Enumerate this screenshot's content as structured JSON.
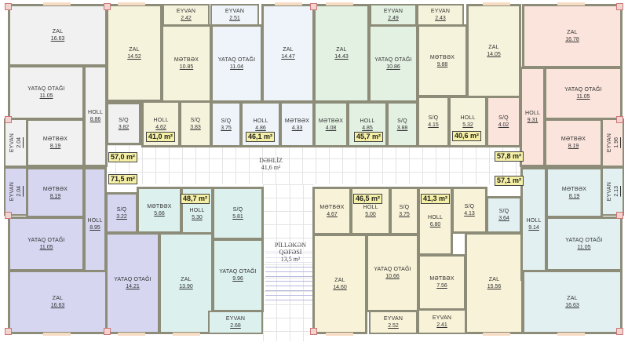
{
  "plan": {
    "corridor": {
      "name": "DƏHLİZ",
      "area": "41,6 m²"
    },
    "stairwell": {
      "name_line1": "PİLLƏKƏN",
      "name_line2": "QƏFƏSİ",
      "area": "13,5 m²"
    },
    "colors": {
      "apt_57_0": "#f1f1f1",
      "apt_41_0": "#f6f3dc",
      "apt_46_1": "#eef4f9",
      "apt_45_7": "#e3f1e2",
      "apt_40_6": "#f6f3dc",
      "apt_57_8": "#fbe4dc",
      "apt_71_5": "#d6d6f1",
      "apt_48_7": "#dcf1ee",
      "apt_46_5": "#f8f2d8",
      "apt_41_3": "#f8f2d8",
      "apt_57_1": "#e2f0f1",
      "wall": "#8c8c78",
      "badge": "#f5f0a6"
    },
    "apartments": [
      {
        "id": "apt1",
        "total": "57,0 m²",
        "rooms": [
          {
            "name": "ZAL",
            "area": "16.63"
          },
          {
            "name": "YATAQ OTAĞI",
            "area": "11.05"
          },
          {
            "name": "HOLL",
            "area": "8.86"
          },
          {
            "name": "S/Q",
            "area": "3.82"
          },
          {
            "name": "MƏTBƏX",
            "area": "8.19"
          },
          {
            "name": "EYVAN",
            "area": "2.04"
          }
        ]
      },
      {
        "id": "apt2",
        "total": "41,0 m²",
        "rooms": [
          {
            "name": "ZAL",
            "area": "14.52"
          },
          {
            "name": "EYVAN",
            "area": "2.42"
          },
          {
            "name": "MƏTBƏX",
            "area": "10.85"
          },
          {
            "name": "HOLL",
            "area": "4.62"
          },
          {
            "name": "S/Q",
            "area": "3.83"
          }
        ]
      },
      {
        "id": "apt3",
        "total": "46,1 m²",
        "rooms": [
          {
            "name": "EYVAN",
            "area": "2.51"
          },
          {
            "name": "YATAQ OTAĞI",
            "area": "11.04"
          },
          {
            "name": "ZAL",
            "area": "14.47"
          },
          {
            "name": "S/Q",
            "area": "3.75"
          },
          {
            "name": "HOLL",
            "area": "4.86"
          },
          {
            "name": "MƏTBƏX",
            "area": "4.33"
          }
        ]
      },
      {
        "id": "apt4",
        "total": "45,7 m²",
        "rooms": [
          {
            "name": "ZAL",
            "area": "14.43"
          },
          {
            "name": "EYVAN",
            "area": "2.49"
          },
          {
            "name": "YATAQ OTAĞI",
            "area": "10.86"
          },
          {
            "name": "MƏTBƏX",
            "area": "4.08"
          },
          {
            "name": "HOLL",
            "area": "4.85"
          },
          {
            "name": "S/Q",
            "area": "3.88"
          }
        ]
      },
      {
        "id": "apt5",
        "total": "40,6 m²",
        "rooms": [
          {
            "name": "EYVAN",
            "area": "2.43"
          },
          {
            "name": "MƏTBƏX",
            "area": "9.88"
          },
          {
            "name": "ZAL",
            "area": "14.05"
          },
          {
            "name": "S/Q",
            "area": "4.15"
          },
          {
            "name": "HOLL",
            "area": "5.32"
          }
        ]
      },
      {
        "id": "apt6",
        "total": "57,8 m²",
        "rooms": [
          {
            "name": "ZAL",
            "area": "16.78"
          },
          {
            "name": "YATAQ OTAĞI",
            "area": "11.05"
          },
          {
            "name": "HOLL",
            "area": "9.31"
          },
          {
            "name": "S/Q",
            "area": "4.02"
          },
          {
            "name": "MƏTBƏX",
            "area": "8.19"
          },
          {
            "name": "EYVAN",
            "area": "1.96"
          }
        ]
      },
      {
        "id": "apt7",
        "total": "71,5 m²",
        "rooms": [
          {
            "name": "EYVAN",
            "area": "2.04"
          },
          {
            "name": "MƏTBƏX",
            "area": "8.19"
          },
          {
            "name": "S/Q",
            "area": "3.22"
          },
          {
            "name": "HOLL",
            "area": "8.95"
          },
          {
            "name": "YATAQ OTAĞI",
            "area": "11.05"
          },
          {
            "name": "ZAL",
            "area": "16.63"
          },
          {
            "name": "YATAQ OTAĞI",
            "area": "14.21"
          }
        ]
      },
      {
        "id": "apt8",
        "total": "48,7 m²",
        "rooms": [
          {
            "name": "MƏTBƏX",
            "area": "5.66"
          },
          {
            "name": "HOLL",
            "area": "5.30"
          },
          {
            "name": "S/Q",
            "area": "5.81"
          },
          {
            "name": "ZAL",
            "area": "13.90"
          },
          {
            "name": "YATAQ OTAĞI",
            "area": "9.96"
          },
          {
            "name": "EYVAN",
            "area": "2.68"
          }
        ]
      },
      {
        "id": "apt9",
        "total": "46,5 m²",
        "rooms": [
          {
            "name": "MƏTBƏX",
            "area": "4.67"
          },
          {
            "name": "HOLL",
            "area": "5.00"
          },
          {
            "name": "S/Q",
            "area": "3.75"
          },
          {
            "name": "ZAL",
            "area": "14.60"
          },
          {
            "name": "YATAQ OTAĞI",
            "area": "10.66"
          },
          {
            "name": "EYVAN",
            "area": "2.52"
          }
        ]
      },
      {
        "id": "apt10",
        "total": "41,3 m²",
        "rooms": [
          {
            "name": "S/Q",
            "area": "4.13"
          },
          {
            "name": "HOLL",
            "area": "6.80"
          },
          {
            "name": "MƏTBƏX",
            "area": "7.56"
          },
          {
            "name": "ZAL",
            "area": "15.56"
          },
          {
            "name": "EYVAN",
            "area": "2.41"
          }
        ]
      },
      {
        "id": "apt11",
        "total": "57,1 m²",
        "rooms": [
          {
            "name": "MƏTBƏX",
            "area": "8.19"
          },
          {
            "name": "EYVAN",
            "area": "2.13"
          },
          {
            "name": "S/Q",
            "area": "3.64"
          },
          {
            "name": "HOLL",
            "area": "9.14"
          },
          {
            "name": "YATAQ OTAĞI",
            "area": "11.05"
          },
          {
            "name": "ZAL",
            "area": "16.63"
          }
        ]
      }
    ]
  }
}
